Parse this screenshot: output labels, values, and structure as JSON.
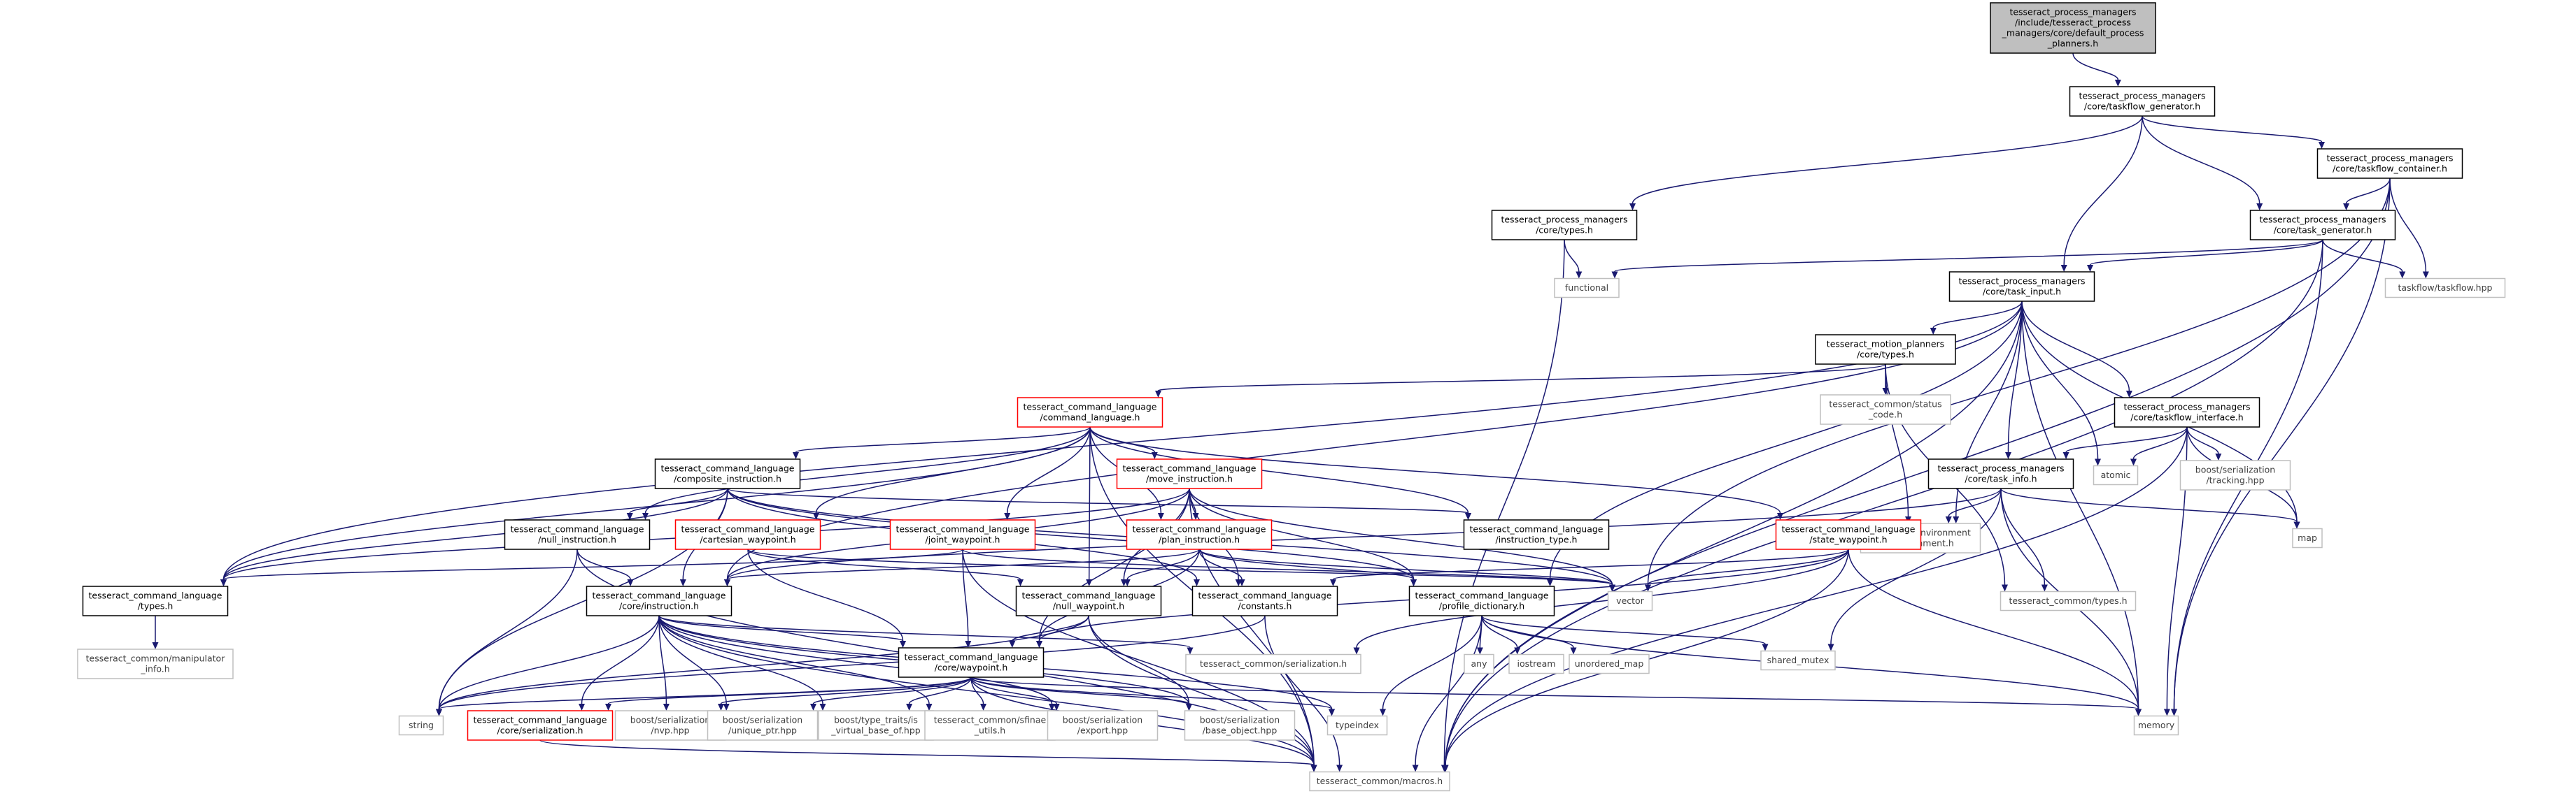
{
  "graph": {
    "colors": {
      "root_fill": "#bfbfbf",
      "root_border": "#000000",
      "documented_border": "#000000",
      "red_border": "#ff0000",
      "external_border": "#bfbfbf",
      "external_text": "#404040",
      "edge": "#191970"
    },
    "nodes": [
      {
        "id": "root",
        "lines": [
          "tesseract_process_managers",
          "/include/tesseract_process",
          "_managers/core/default_process",
          "_planners.h"
        ],
        "style": "root"
      },
      {
        "id": "tfgen",
        "lines": [
          "tesseract_process_managers",
          "/core/taskflow_generator.h"
        ],
        "style": "doc"
      },
      {
        "id": "tfcont",
        "lines": [
          "tesseract_process_managers",
          "/core/taskflow_container.h"
        ],
        "style": "doc"
      },
      {
        "id": "pmtypes",
        "lines": [
          "tesseract_process_managers",
          "/core/types.h"
        ],
        "style": "doc"
      },
      {
        "id": "taskgen",
        "lines": [
          "tesseract_process_managers",
          "/core/task_generator.h"
        ],
        "style": "doc"
      },
      {
        "id": "functional",
        "lines": [
          "functional"
        ],
        "style": "ext"
      },
      {
        "id": "taskflowhpp",
        "lines": [
          "taskflow/taskflow.hpp"
        ],
        "style": "ext"
      },
      {
        "id": "taskinput",
        "lines": [
          "tesseract_process_managers",
          "/core/task_input.h"
        ],
        "style": "doc"
      },
      {
        "id": "mptypes",
        "lines": [
          "tesseract_motion_planners",
          "/core/types.h"
        ],
        "style": "doc"
      },
      {
        "id": "statuscode",
        "lines": [
          "tesseract_common/status",
          "_code.h"
        ],
        "style": "ext"
      },
      {
        "id": "tfinterface",
        "lines": [
          "tesseract_process_managers",
          "/core/taskflow_interface.h"
        ],
        "style": "doc"
      },
      {
        "id": "atomic",
        "lines": [
          "atomic"
        ],
        "style": "ext"
      },
      {
        "id": "tracking",
        "lines": [
          "boost/serialization",
          "/tracking.hpp"
        ],
        "style": "ext"
      },
      {
        "id": "cmdlang",
        "lines": [
          "tesseract_command_language",
          "/command_language.h"
        ],
        "style": "red"
      },
      {
        "id": "composite",
        "lines": [
          "tesseract_command_language",
          "/composite_instruction.h"
        ],
        "style": "doc"
      },
      {
        "id": "moveinst",
        "lines": [
          "tesseract_command_language",
          "/move_instruction.h"
        ],
        "style": "red"
      },
      {
        "id": "taskinfo",
        "lines": [
          "tesseract_process_managers",
          "/core/task_info.h"
        ],
        "style": "doc"
      },
      {
        "id": "map",
        "lines": [
          "map"
        ],
        "style": "ext"
      },
      {
        "id": "nullinst",
        "lines": [
          "tesseract_command_language",
          "/null_instruction.h"
        ],
        "style": "doc"
      },
      {
        "id": "cartwp",
        "lines": [
          "tesseract_command_language",
          "/cartesian_waypoint.h"
        ],
        "style": "red"
      },
      {
        "id": "jointwp",
        "lines": [
          "tesseract_command_language",
          "/joint_waypoint.h"
        ],
        "style": "red"
      },
      {
        "id": "planinst",
        "lines": [
          "tesseract_command_language",
          "/plan_instruction.h"
        ],
        "style": "red"
      },
      {
        "id": "insttype",
        "lines": [
          "tesseract_command_language",
          "/instruction_type.h"
        ],
        "style": "doc"
      },
      {
        "id": "envh",
        "lines": [
          "tesseract_environment",
          "/environment.h"
        ],
        "style": "ext"
      },
      {
        "id": "statewp",
        "lines": [
          "tesseract_command_language",
          "/state_waypoint.h"
        ],
        "style": "red"
      },
      {
        "id": "cltypes",
        "lines": [
          "tesseract_command_language",
          "/types.h"
        ],
        "style": "doc"
      },
      {
        "id": "instruction",
        "lines": [
          "tesseract_command_language",
          "/core/instruction.h"
        ],
        "style": "doc"
      },
      {
        "id": "nullwp",
        "lines": [
          "tesseract_command_language",
          "/null_waypoint.h"
        ],
        "style": "doc"
      },
      {
        "id": "constants",
        "lines": [
          "tesseract_command_language",
          "/constants.h"
        ],
        "style": "doc"
      },
      {
        "id": "profiledict",
        "lines": [
          "tesseract_command_language",
          "/profile_dictionary.h"
        ],
        "style": "doc"
      },
      {
        "id": "vector",
        "lines": [
          "vector"
        ],
        "style": "ext"
      },
      {
        "id": "commontypes",
        "lines": [
          "tesseract_common/types.h"
        ],
        "style": "ext"
      },
      {
        "id": "manipinfo",
        "lines": [
          "tesseract_common/manipulator",
          "_info.h"
        ],
        "style": "ext"
      },
      {
        "id": "waypoint",
        "lines": [
          "tesseract_command_language",
          "/core/waypoint.h"
        ],
        "style": "doc"
      },
      {
        "id": "commonser",
        "lines": [
          "tesseract_common/serialization.h"
        ],
        "style": "ext"
      },
      {
        "id": "any",
        "lines": [
          "any"
        ],
        "style": "ext"
      },
      {
        "id": "iostream",
        "lines": [
          "iostream"
        ],
        "style": "ext"
      },
      {
        "id": "unorderedmap",
        "lines": [
          "unordered_map"
        ],
        "style": "ext"
      },
      {
        "id": "sharedmutex",
        "lines": [
          "shared_mutex"
        ],
        "style": "ext"
      },
      {
        "id": "string",
        "lines": [
          "string"
        ],
        "style": "ext"
      },
      {
        "id": "coreser",
        "lines": [
          "tesseract_command_language",
          "/core/serialization.h"
        ],
        "style": "red"
      },
      {
        "id": "nvp",
        "lines": [
          "boost/serialization",
          "/nvp.hpp"
        ],
        "style": "ext"
      },
      {
        "id": "uniqueptr",
        "lines": [
          "boost/serialization",
          "/unique_ptr.hpp"
        ],
        "style": "ext"
      },
      {
        "id": "isvirtual",
        "lines": [
          "boost/type_traits/is",
          "_virtual_base_of.hpp"
        ],
        "style": "ext"
      },
      {
        "id": "sfinae",
        "lines": [
          "tesseract_common/sfinae",
          "_utils.h"
        ],
        "style": "ext"
      },
      {
        "id": "export",
        "lines": [
          "boost/serialization",
          "/export.hpp"
        ],
        "style": "ext"
      },
      {
        "id": "baseobject",
        "lines": [
          "boost/serialization",
          "/base_object.hpp"
        ],
        "style": "ext"
      },
      {
        "id": "typeindex",
        "lines": [
          "typeindex"
        ],
        "style": "ext"
      },
      {
        "id": "memory",
        "lines": [
          "memory"
        ],
        "style": "ext"
      },
      {
        "id": "macros",
        "lines": [
          "tesseract_common/macros.h"
        ],
        "style": "ext"
      }
    ],
    "edges": [
      [
        "root",
        "tfgen"
      ],
      [
        "tfgen",
        "pmtypes"
      ],
      [
        "tfgen",
        "tfcont"
      ],
      [
        "tfgen",
        "taskgen"
      ],
      [
        "tfgen",
        "taskinput"
      ],
      [
        "tfcont",
        "taskgen"
      ],
      [
        "tfcont",
        "taskflowhpp"
      ],
      [
        "tfcont",
        "vector"
      ],
      [
        "tfcont",
        "memory"
      ],
      [
        "tfcont",
        "macros"
      ],
      [
        "pmtypes",
        "functional"
      ],
      [
        "pmtypes",
        "macros"
      ],
      [
        "taskgen",
        "functional"
      ],
      [
        "taskgen",
        "taskflowhpp"
      ],
      [
        "taskgen",
        "taskinput"
      ],
      [
        "taskgen",
        "memory"
      ],
      [
        "taskgen",
        "macros"
      ],
      [
        "taskinput",
        "mptypes"
      ],
      [
        "taskinput",
        "tfinterface"
      ],
      [
        "taskinput",
        "taskinfo"
      ],
      [
        "taskinput",
        "atomic"
      ],
      [
        "taskinput",
        "map"
      ],
      [
        "taskinput",
        "memory"
      ],
      [
        "taskinput",
        "envh"
      ],
      [
        "taskinput",
        "cltypes"
      ],
      [
        "taskinput",
        "instruction"
      ],
      [
        "taskinput",
        "profiledict"
      ],
      [
        "taskinput",
        "macros"
      ],
      [
        "mptypes",
        "cmdlang"
      ],
      [
        "mptypes",
        "statuscode"
      ],
      [
        "mptypes",
        "envh"
      ],
      [
        "mptypes",
        "commontypes"
      ],
      [
        "tfinterface",
        "atomic"
      ],
      [
        "tfinterface",
        "tracking"
      ],
      [
        "tfinterface",
        "taskinfo"
      ],
      [
        "tfinterface",
        "map"
      ],
      [
        "tfinterface",
        "memory"
      ],
      [
        "tfinterface",
        "macros"
      ],
      [
        "cmdlang",
        "composite"
      ],
      [
        "cmdlang",
        "moveinst"
      ],
      [
        "cmdlang",
        "nullinst"
      ],
      [
        "cmdlang",
        "cartwp"
      ],
      [
        "cmdlang",
        "jointwp"
      ],
      [
        "cmdlang",
        "planinst"
      ],
      [
        "cmdlang",
        "insttype"
      ],
      [
        "cmdlang",
        "statewp"
      ],
      [
        "cmdlang",
        "nullwp"
      ],
      [
        "cmdlang",
        "cltypes"
      ],
      [
        "cmdlang",
        "macros"
      ],
      [
        "composite",
        "nullinst"
      ],
      [
        "composite",
        "instruction"
      ],
      [
        "composite",
        "constants"
      ],
      [
        "composite",
        "profiledict"
      ],
      [
        "composite",
        "vector"
      ],
      [
        "composite",
        "string"
      ],
      [
        "composite",
        "cltypes"
      ],
      [
        "composite",
        "insttype"
      ],
      [
        "moveinst",
        "instruction"
      ],
      [
        "moveinst",
        "waypoint"
      ],
      [
        "moveinst",
        "nullwp"
      ],
      [
        "moveinst",
        "constants"
      ],
      [
        "moveinst",
        "planinst"
      ],
      [
        "moveinst",
        "profiledict"
      ],
      [
        "moveinst",
        "vector"
      ],
      [
        "moveinst",
        "cltypes"
      ],
      [
        "moveinst",
        "macros"
      ],
      [
        "taskinfo",
        "envh"
      ],
      [
        "taskinfo",
        "commontypes"
      ],
      [
        "taskinfo",
        "sharedmutex"
      ],
      [
        "taskinfo",
        "map"
      ],
      [
        "taskinfo",
        "memory"
      ],
      [
        "taskinfo",
        "instruction"
      ],
      [
        "nullinst",
        "instruction"
      ],
      [
        "nullinst",
        "string"
      ],
      [
        "nullinst",
        "macros"
      ],
      [
        "cartwp",
        "waypoint"
      ],
      [
        "cartwp",
        "nullwp"
      ],
      [
        "cartwp",
        "vector"
      ],
      [
        "jointwp",
        "waypoint"
      ],
      [
        "jointwp",
        "cltypes"
      ],
      [
        "jointwp",
        "vector"
      ],
      [
        "jointwp",
        "macros"
      ],
      [
        "planinst",
        "instruction"
      ],
      [
        "planinst",
        "waypoint"
      ],
      [
        "planinst",
        "nullwp"
      ],
      [
        "planinst",
        "constants"
      ],
      [
        "planinst",
        "profiledict"
      ],
      [
        "planinst",
        "vector"
      ],
      [
        "statewp",
        "waypoint"
      ],
      [
        "statewp",
        "constants"
      ],
      [
        "statewp",
        "vector"
      ],
      [
        "statewp",
        "commonser"
      ],
      [
        "statewp",
        "memory"
      ],
      [
        "statewp",
        "macros"
      ],
      [
        "cltypes",
        "manipinfo"
      ],
      [
        "instruction",
        "waypoint"
      ],
      [
        "instruction",
        "string"
      ],
      [
        "instruction",
        "coreser"
      ],
      [
        "instruction",
        "nvp"
      ],
      [
        "instruction",
        "uniqueptr"
      ],
      [
        "instruction",
        "isvirtual"
      ],
      [
        "instruction",
        "sfinae"
      ],
      [
        "instruction",
        "export"
      ],
      [
        "instruction",
        "baseobject"
      ],
      [
        "instruction",
        "typeindex"
      ],
      [
        "instruction",
        "macros"
      ],
      [
        "instruction",
        "commonser"
      ],
      [
        "nullwp",
        "waypoint"
      ],
      [
        "nullwp",
        "baseobject"
      ],
      [
        "nullwp",
        "string"
      ],
      [
        "nullwp",
        "macros"
      ],
      [
        "constants",
        "string"
      ],
      [
        "constants",
        "macros"
      ],
      [
        "profiledict",
        "any"
      ],
      [
        "profiledict",
        "iostream"
      ],
      [
        "profiledict",
        "unorderedmap"
      ],
      [
        "profiledict",
        "sharedmutex"
      ],
      [
        "profiledict",
        "memory"
      ],
      [
        "profiledict",
        "typeindex"
      ],
      [
        "profiledict",
        "macros"
      ],
      [
        "waypoint",
        "string"
      ],
      [
        "waypoint",
        "coreser"
      ],
      [
        "waypoint",
        "nvp"
      ],
      [
        "waypoint",
        "uniqueptr"
      ],
      [
        "waypoint",
        "isvirtual"
      ],
      [
        "waypoint",
        "sfinae"
      ],
      [
        "waypoint",
        "export"
      ],
      [
        "waypoint",
        "baseobject"
      ],
      [
        "waypoint",
        "typeindex"
      ],
      [
        "waypoint",
        "memory"
      ],
      [
        "waypoint",
        "macros"
      ],
      [
        "coreser",
        "macros"
      ]
    ]
  }
}
